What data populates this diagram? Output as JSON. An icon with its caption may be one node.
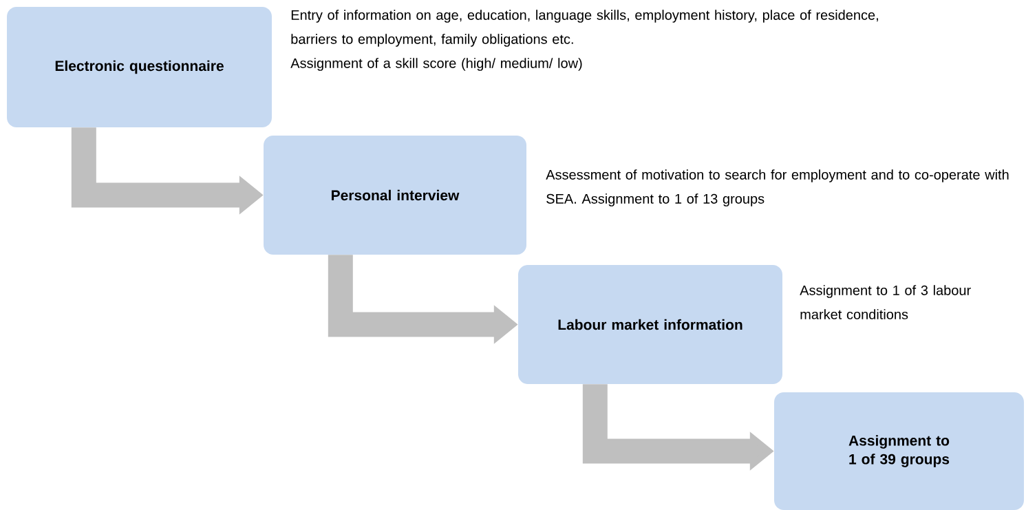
{
  "diagram": {
    "nodes": [
      {
        "text": [
          "Electronic questionnaire"
        ],
        "beside": [
          "Entry of information on age, education, language skills, employment history, place of residence, barriers to employment, family obligations etc.",
          "Assignment of a skill score (high/ medium/ low)"
        ]
      },
      {
        "text": [
          "Personal interview"
        ],
        "beside": [
          "Assessment of motivation to search for employment and to co-operate with SEA. Assignment to 1 of 13 groups"
        ]
      },
      {
        "text": [
          "Labour market information"
        ],
        "beside": [
          "Assignment to 1 of 3 labour market conditions"
        ]
      },
      {
        "text": [
          "Assignment to 1 of 39 groups"
        ]
      }
    ],
    "edges": [
      {
        "from": 0,
        "to": 1,
        "arrow": "to"
      },
      {
        "from": 1,
        "to": 2,
        "arrow": "to"
      },
      {
        "from": 2,
        "to": 3,
        "arrow": "to"
      }
    ]
  }
}
